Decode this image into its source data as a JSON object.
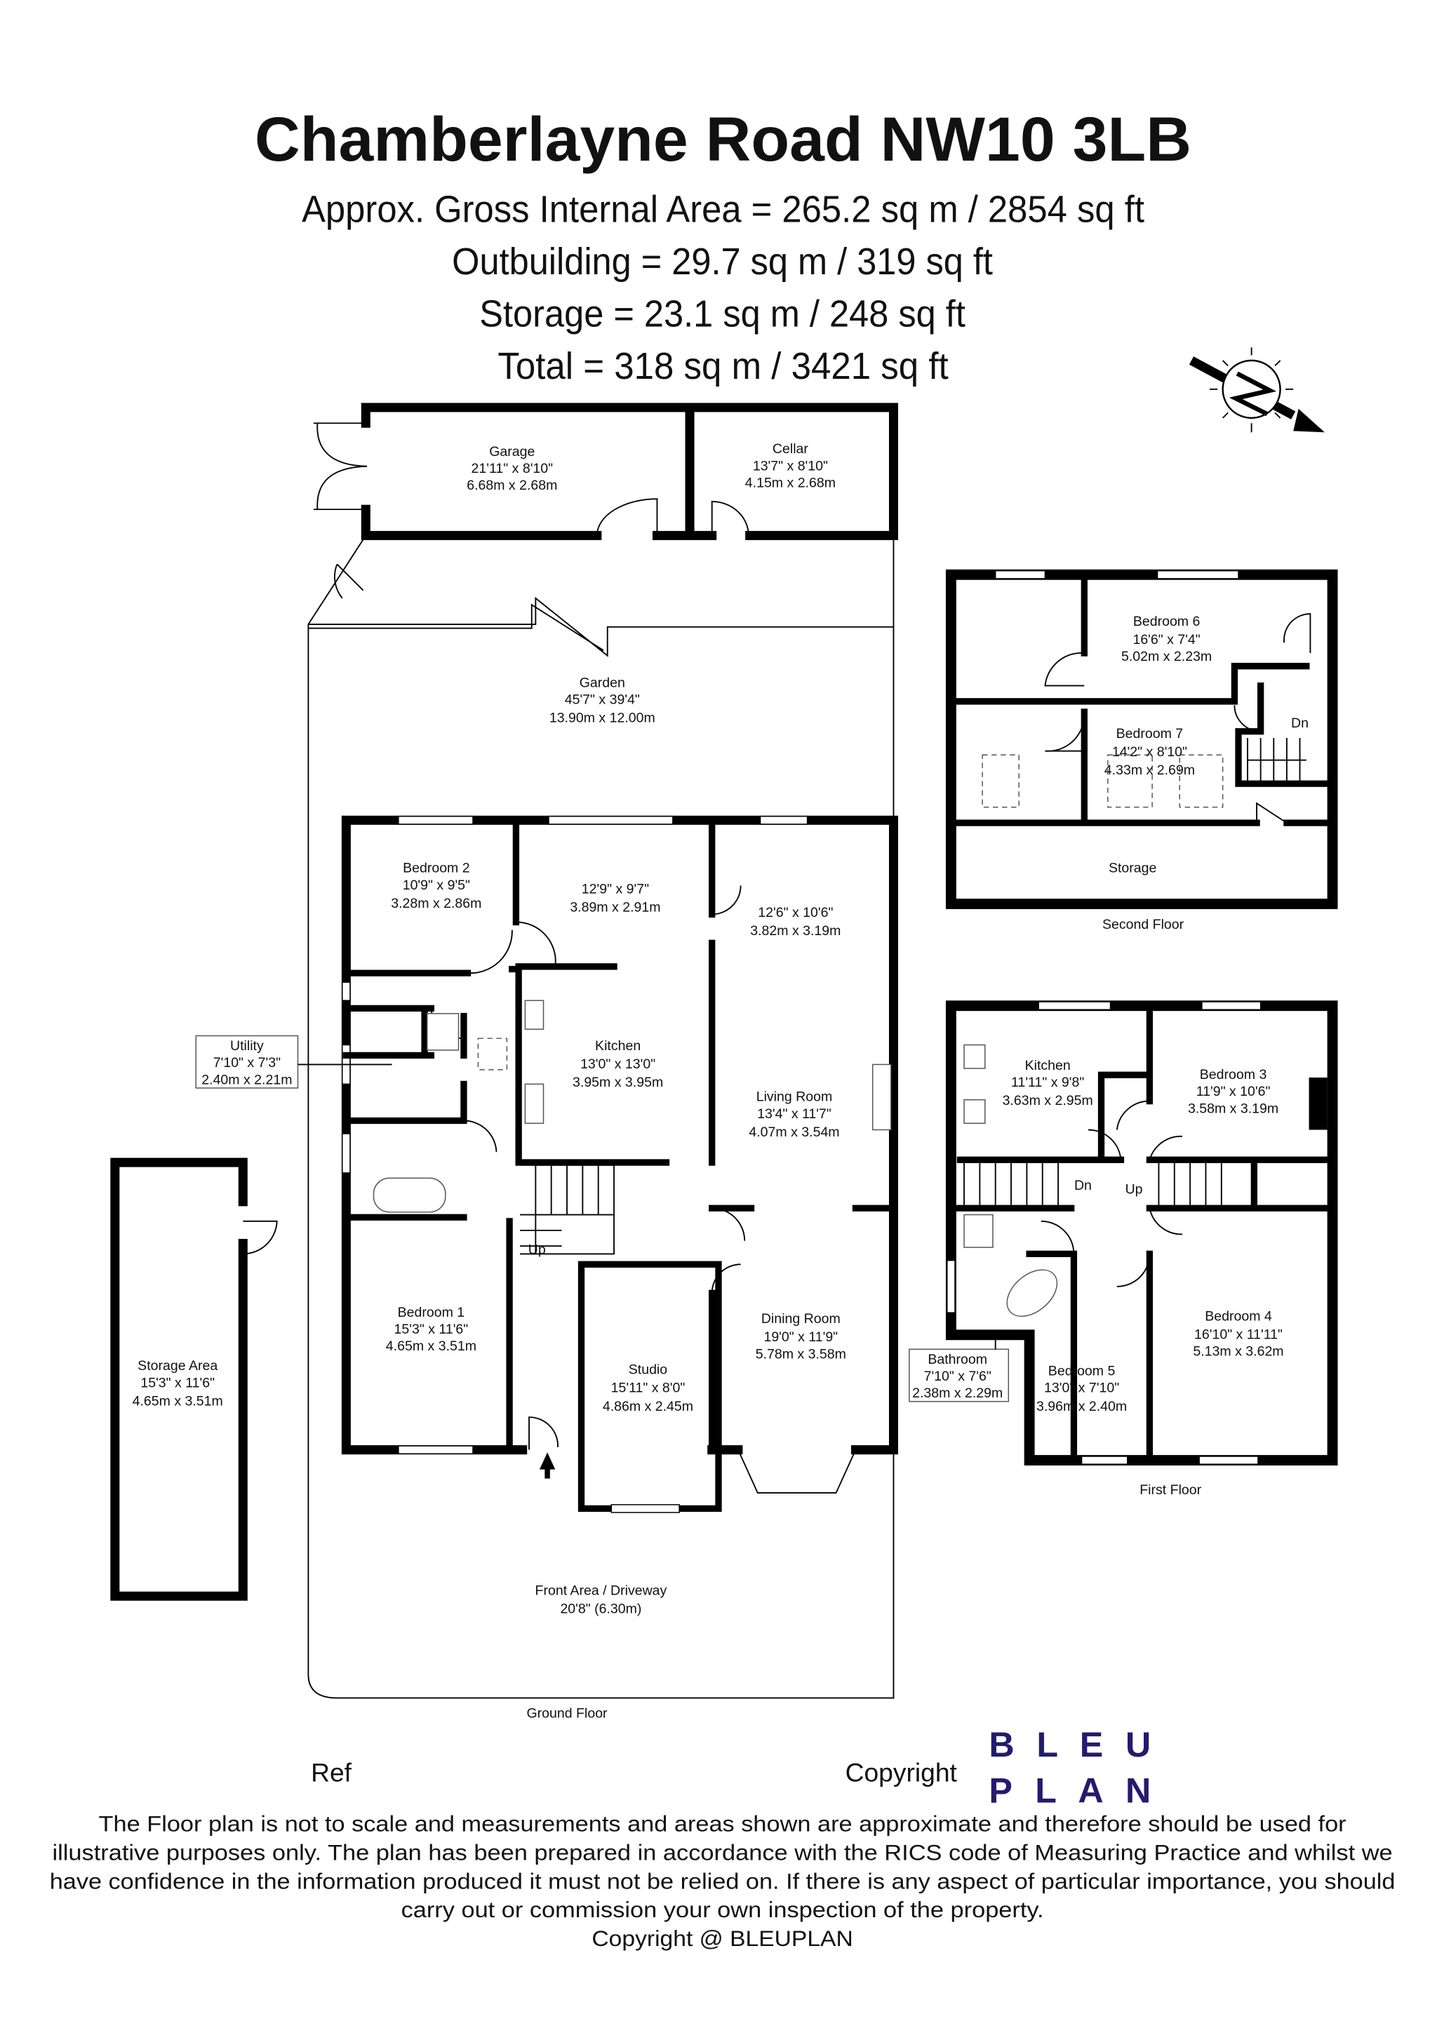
{
  "header": {
    "title": "Chamberlayne Road NW10 3LB",
    "areas": [
      "Approx. Gross Internal Area = 265.2 sq m / 2854 sq ft",
      "Outbuilding = 29.7 sq m / 319 sq ft",
      "Storage = 23.1 sq m / 248 sq ft",
      "Total = 318 sq m / 3421 sq ft"
    ]
  },
  "compass": {
    "icon": "north-arrow-compass-icon",
    "label": "N"
  },
  "outbuildings": {
    "garage": {
      "name": "Garage",
      "imperial": "21'11\" x 8'10\"",
      "metric": "6.68m x 2.68m"
    },
    "cellar": {
      "name": "Cellar",
      "imperial": "13'7\" x 8'10\"",
      "metric": "4.15m x 2.68m"
    },
    "garden": {
      "name": "Garden",
      "imperial": "45'7\" x 39'4\"",
      "metric": "13.90m x 12.00m"
    },
    "storage_area": {
      "name": "Storage Area",
      "imperial": "15'3\" x 11'6\"",
      "metric": "4.65m x 3.51m"
    }
  },
  "ground_floor": {
    "title": "Ground Floor",
    "stairs": "Up",
    "bedroom2": {
      "name": "Bedroom 2",
      "imperial": "10'9\" x 9'5\"",
      "metric": "3.28m x 2.86m"
    },
    "reception": {
      "imperial": "12'9\" x 9'7\"",
      "metric": "3.89m x 2.91m"
    },
    "living_upper": {
      "imperial": "12'6\" x 10'6\"",
      "metric": "3.82m x 3.19m"
    },
    "utility": {
      "name": "Utility",
      "imperial": "7'10\" x 7'3\"",
      "metric": "2.40m x 2.21m"
    },
    "kitchen": {
      "name": "Kitchen",
      "imperial": "13'0\" x 13'0\"",
      "metric": "3.95m x 3.95m"
    },
    "living_room": {
      "name": "Living Room",
      "imperial": "13'4\" x 11'7\"",
      "metric": "4.07m x 3.54m"
    },
    "bedroom1": {
      "name": "Bedroom 1",
      "imperial": "15'3\" x 11'6\"",
      "metric": "4.65m x 3.51m"
    },
    "dining_room": {
      "name": "Dining Room",
      "imperial": "19'0\" x 11'9\"",
      "metric": "5.78m x 3.58m"
    },
    "studio": {
      "name": "Studio",
      "imperial": "15'11\" x 8'0\"",
      "metric": "4.86m x 2.45m"
    },
    "front_area": {
      "name": "Front Area / Driveway",
      "size": "20'8\" (6.30m)"
    }
  },
  "second_floor": {
    "title": "Second Floor",
    "stairs": "Dn",
    "bedroom6": {
      "name": "Bedroom 6",
      "imperial": "16'6\" x 7'4\"",
      "metric": "5.02m x 2.23m"
    },
    "bedroom7": {
      "name": "Bedroom 7",
      "imperial": "14'2\" x 8'10\"",
      "metric": "4.33m x 2.69m"
    },
    "storage": {
      "name": "Storage"
    }
  },
  "first_floor": {
    "title": "First Floor",
    "stairs_down": "Dn",
    "stairs_up": "Up",
    "kitchen": {
      "name": "Kitchen",
      "imperial": "11'11\" x 9'8\"",
      "metric": "3.63m x 2.95m"
    },
    "bedroom3": {
      "name": "Bedroom 3",
      "imperial": "11'9\" x 10'6\"",
      "metric": "3.58m x 3.19m"
    },
    "bedroom4": {
      "name": "Bedroom 4",
      "imperial": "16'10\" x 11'11\"",
      "metric": "5.13m x 3.62m"
    },
    "bedroom5": {
      "name": "Bedroom 5",
      "imperial": "13'0\" x 7'10\"",
      "metric": "3.96m x 2.40m"
    },
    "bathroom": {
      "name": "Bathroom",
      "imperial": "7'10\" x 7'6\"",
      "metric": "2.38m x 2.29m"
    }
  },
  "footer": {
    "ref_label": "Ref",
    "copyright_label": "Copyright",
    "logo_line1": "B L E U",
    "logo_line2": "P L A N",
    "logo_color": "#231b6e",
    "disclaimer": [
      "The Floor plan is not to scale and measurements and areas shown are approximate and therefore should be used for",
      "illustrative purposes only. The plan has been prepared in accordance with the RICS code of Measuring Practice and whilst we",
      "have confidence in the information produced it must not be relied on. If there is any aspect of particular importance, you should",
      "carry out or commission your own inspection of the property."
    ],
    "copyright_line": "Copyright @ BLEUPLAN"
  }
}
